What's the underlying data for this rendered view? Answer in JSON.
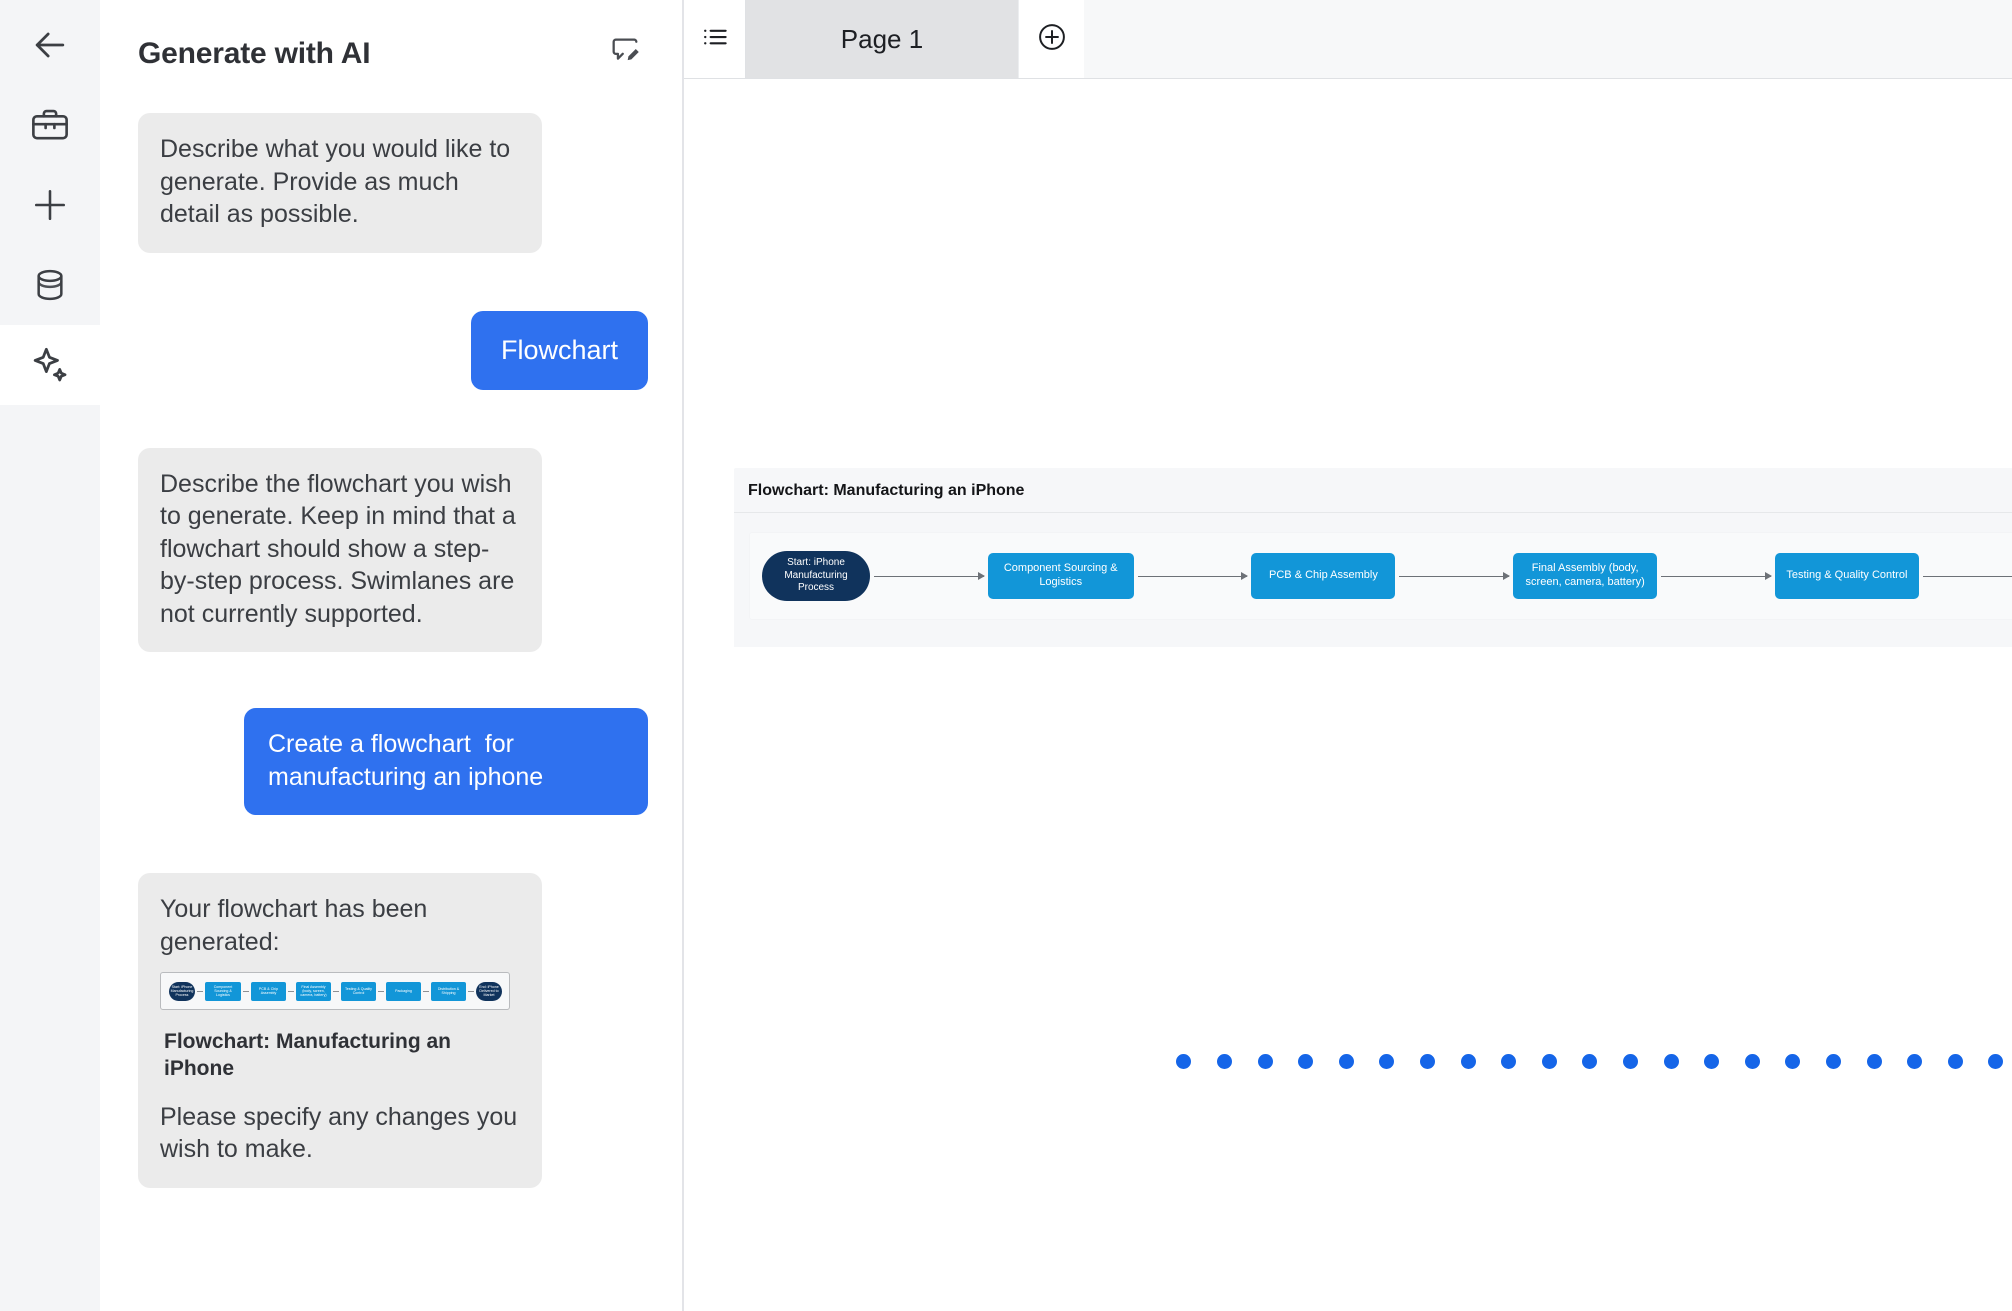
{
  "rail": {
    "items": [
      {
        "name": "back",
        "icon": "arrow-left-icon",
        "active": false
      },
      {
        "name": "projects",
        "icon": "briefcase-icon",
        "active": false
      },
      {
        "name": "new",
        "icon": "plus-icon",
        "active": false
      },
      {
        "name": "data",
        "icon": "database-icon",
        "active": false
      },
      {
        "name": "ai",
        "icon": "sparkle-icon",
        "active": true
      }
    ]
  },
  "panel": {
    "title": "Generate with AI",
    "header_icon": "comment-edit-icon",
    "messages": [
      {
        "role": "bot",
        "text": "Describe what you would like to generate. Provide as much detail as possible."
      },
      {
        "role": "user",
        "text": "Flowchart"
      },
      {
        "role": "bot",
        "text": "Describe the flowchart you wish to generate. Keep in mind that a flowchart should show a step-by-step process. Swimlanes are not currently supported."
      },
      {
        "role": "user",
        "text": "Create a flowchart  for manufacturing an iphone"
      }
    ],
    "result": {
      "lead": "Your flowchart has been generated:",
      "caption": "Flowchart: Manufacturing an iPhone",
      "tail": "Please specify any changes you wish to make."
    }
  },
  "canvas": {
    "list_icon": "list-icon",
    "tab_label": "Page 1",
    "add_icon": "plus-circle-icon"
  },
  "chart_data": {
    "type": "diagram",
    "title": "Flowchart: Manufacturing an iPhone",
    "nodes": [
      {
        "id": 1,
        "label": "Start: iPhone Manufacturing Process",
        "shape": "terminal",
        "color": "#10335c",
        "width": 108
      },
      {
        "id": 2,
        "label": "Component Sourcing & Logistics",
        "shape": "process",
        "color": "#1296d8",
        "width": 146
      },
      {
        "id": 3,
        "label": "PCB & Chip Assembly",
        "shape": "process",
        "color": "#1296d8",
        "width": 144
      },
      {
        "id": 4,
        "label": "Final Assembly (body, screen, camera, battery)",
        "shape": "process",
        "color": "#1296d8",
        "width": 144
      },
      {
        "id": 5,
        "label": "Testing & Quality Control",
        "shape": "process",
        "color": "#1296d8",
        "width": 144
      },
      {
        "id": 6,
        "label": "Packaging",
        "shape": "process",
        "color": "#1296d8",
        "width": 144
      },
      {
        "id": 7,
        "label": "Distribution & Shipping",
        "shape": "process",
        "color": "#1296d8",
        "width": 144
      },
      {
        "id": 8,
        "label": "End: iPhone Delivered to Market",
        "shape": "terminal",
        "color": "#10335c",
        "width": 108
      }
    ],
    "edges": [
      {
        "from": 1,
        "to": 2
      },
      {
        "from": 2,
        "to": 3
      },
      {
        "from": 3,
        "to": 4
      },
      {
        "from": 4,
        "to": 5
      },
      {
        "from": 5,
        "to": 6
      },
      {
        "from": 6,
        "to": 7
      },
      {
        "from": 7,
        "to": 8
      }
    ]
  },
  "colors": {
    "accent_blue": "#2f71ef",
    "node_blue": "#1296d8",
    "node_navy": "#10335c",
    "bot_bubble": "#ebebeb",
    "rail_bg": "#f4f5f7",
    "dot_blue": "#1565e8",
    "dot_cyan": "#00bdf5"
  },
  "dots": {
    "vertical_count": 11,
    "horizontal_count": 22
  }
}
